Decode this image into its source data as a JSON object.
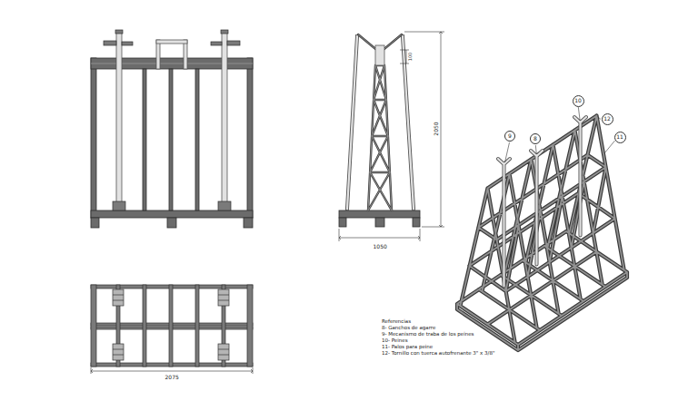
{
  "diagram": {
    "nodes": [
      {
        "text": [
          "9"
        ]
      },
      {
        "text": [
          "8"
        ]
      },
      {
        "text": [
          "10"
        ]
      },
      {
        "text": [
          "12"
        ]
      },
      {
        "text": [
          "11"
        ]
      }
    ],
    "labels": [
      "100",
      "2050",
      "1050",
      "2075",
      "Referencias",
      "8- Ganchos de agarre",
      "9- Mecanismo de traba de los peines",
      "10- Peines",
      "11- Palos para peine",
      "12- Tornillo con tuerca autofrenante 3\" x 3/8\""
    ]
  }
}
